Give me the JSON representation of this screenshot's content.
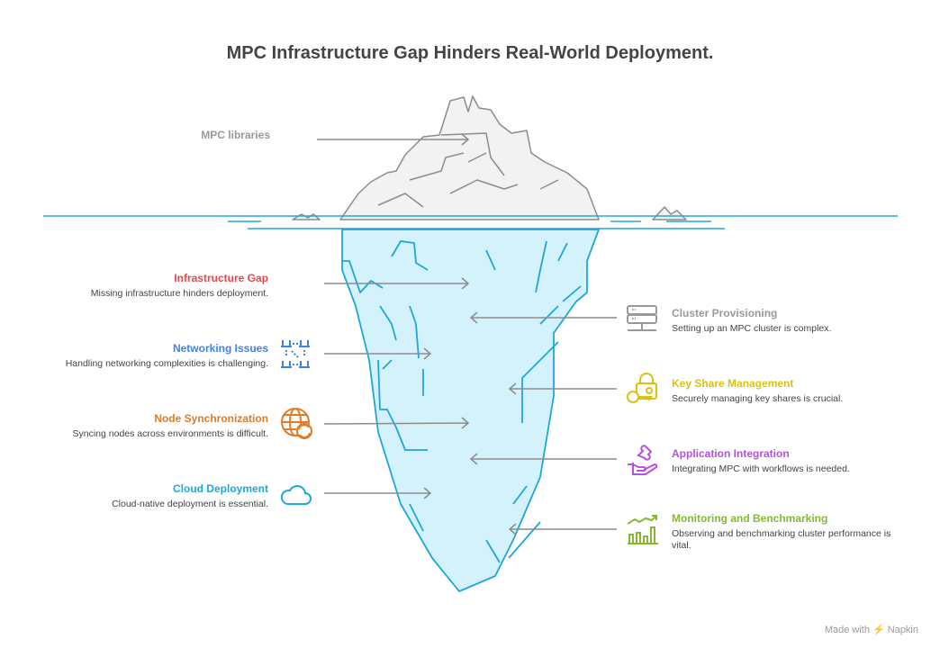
{
  "title": "MPC Infrastructure Gap Hinders Real-World Deployment.",
  "top_label": "MPC libraries",
  "left_items": [
    {
      "title": "Infrastructure Gap",
      "desc": "Missing infrastructure hinders deployment.",
      "color": "#e64848"
    },
    {
      "title": "Networking Issues",
      "desc": "Handling networking complexities is challenging.",
      "color": "#3f82e8",
      "icon": "network-nodes-icon"
    },
    {
      "title": "Node Synchronization",
      "desc": "Syncing nodes across environments is difficult.",
      "color": "#e07b26",
      "icon": "globe-sync-icon"
    },
    {
      "title": "Cloud Deployment",
      "desc": "Cloud-native deployment is essential.",
      "color": "#1ea6dc",
      "icon": "cloud-icon"
    }
  ],
  "right_items": [
    {
      "title": "Cluster Provisioning",
      "desc": "Setting up an MPC cluster is complex.",
      "color": "#999999",
      "icon": "server-icon"
    },
    {
      "title": "Key Share Management",
      "desc": "Securely managing key shares is crucial.",
      "color": "#d8c314",
      "icon": "key-lock-icon"
    },
    {
      "title": "Application Integration",
      "desc": "Integrating MPC with workflows is needed.",
      "color": "#b552e0",
      "icon": "puzzle-hand-icon"
    },
    {
      "title": "Monitoring and Benchmarking",
      "desc": "Observing and benchmarking cluster performance is vital.",
      "color": "#86b830",
      "icon": "chart-growth-icon"
    }
  ],
  "footer": "Made with ⚡ Napkin"
}
